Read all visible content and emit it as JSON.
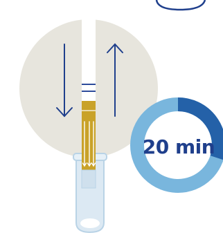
{
  "timer": {
    "label": "20 min",
    "progress": 0.3
  },
  "colors": {
    "navy": "#1f3f8c",
    "timer_blue": "#2461a8",
    "timer_light": "#79b6dd",
    "circle_bg": "#e7e5dd",
    "strip_gold": "#c9a229",
    "tube_fill": "#dce9f3",
    "tube_edge": "#b9d3e6"
  },
  "icons": [
    "up-arrow-icon",
    "down-arrow-icon",
    "test-strip",
    "test-tube",
    "timer-ring"
  ]
}
